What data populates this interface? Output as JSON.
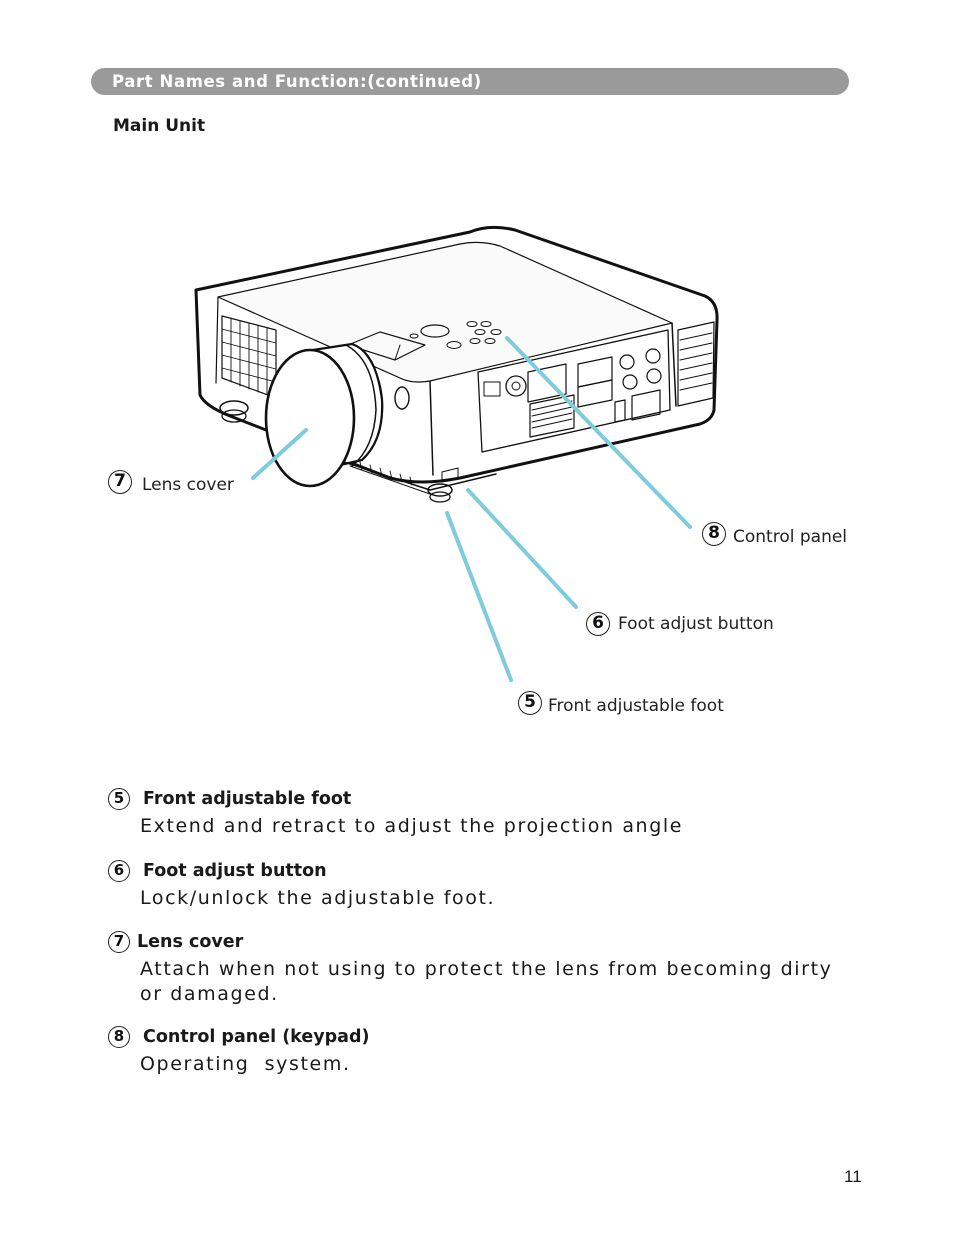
{
  "header": {
    "title": "Part Names and Function:(continued)"
  },
  "section": {
    "title": "Main Unit"
  },
  "figure": {
    "callouts": [
      {
        "num": "7",
        "label": "Lens cover"
      },
      {
        "num": "8",
        "label": "Control panel"
      },
      {
        "num": "6",
        "label": "Foot adjust button"
      },
      {
        "num": "5",
        "label": "Front adjustable foot"
      }
    ]
  },
  "descriptions": [
    {
      "num": "5",
      "title": "Front adjustable foot",
      "text": "Extend and retract to adjust the projection angle"
    },
    {
      "num": "6",
      "title": "Foot adjust button",
      "text": "Lock/unlock the adjustable foot."
    },
    {
      "num": "7",
      "title": "Lens cover",
      "text": "Attach when not using to protect the lens from becoming dirty or damaged."
    },
    {
      "num": "8",
      "title": "Control panel (keypad)",
      "text": "Operating  system."
    }
  ],
  "page_number": "11",
  "colors": {
    "header_bar": "#9a9a9a",
    "callout_line": "#7ecbdc"
  }
}
